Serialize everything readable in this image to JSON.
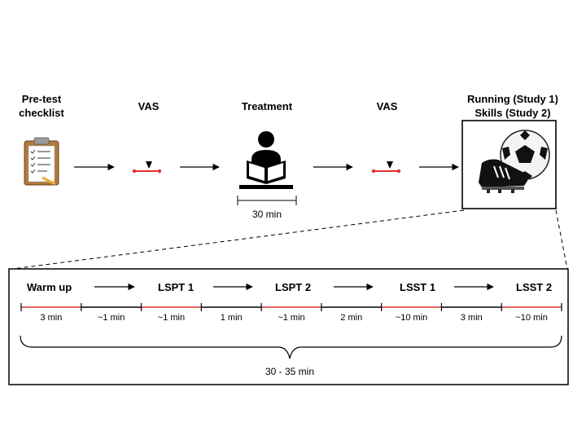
{
  "top_flow": {
    "pretest_label": "Pre-test\nchecklist",
    "vas1_label": "VAS",
    "treatment_label": "Treatment",
    "treatment_duration": "30 min",
    "vas2_label": "VAS",
    "running_label": "Running (Study 1)",
    "skills_label": "Skills (Study 2)"
  },
  "timeline": {
    "stages": [
      "Warm up",
      "LSPT 1",
      "LSPT 2",
      "LSST 1",
      "LSST 2"
    ],
    "segments": [
      {
        "label": "3 min",
        "color": "#e03030"
      },
      {
        "label": "~1 min",
        "color": "#000000"
      },
      {
        "label": "~1 min",
        "color": "#e03030"
      },
      {
        "label": "1 min",
        "color": "#000000"
      },
      {
        "label": "~1 min",
        "color": "#e03030"
      },
      {
        "label": "2 min",
        "color": "#000000"
      },
      {
        "label": "~10 min",
        "color": "#e03030"
      },
      {
        "label": "3 min",
        "color": "#000000"
      },
      {
        "label": "~10 min",
        "color": "#e03030"
      }
    ],
    "total_duration": "30 - 35 min"
  },
  "colors": {
    "accent_red": "#e03030",
    "line": "#000000"
  },
  "icons": [
    "clipboard-icon",
    "vas-scale-icon",
    "reading-person-icon",
    "soccer-ball-shoe-icon"
  ]
}
